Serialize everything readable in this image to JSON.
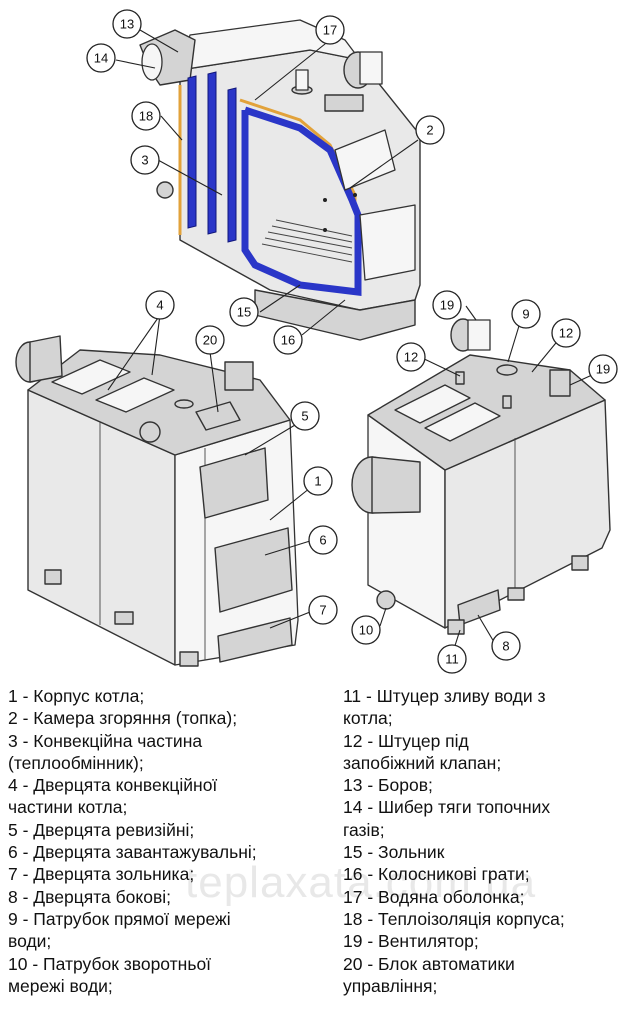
{
  "callouts": {
    "c1": "1",
    "c2": "2",
    "c3": "3",
    "c4": "4",
    "c5": "5",
    "c6": "6",
    "c7": "7",
    "c8": "8",
    "c9": "9",
    "c10": "10",
    "c11": "11",
    "c12a": "12",
    "c12b": "12",
    "c13": "13",
    "c14": "14",
    "c15": "15",
    "c16": "16",
    "c17": "17",
    "c18": "18",
    "c19a": "19",
    "c19b": "19",
    "c20": "20"
  },
  "legend_left": [
    "1 - Корпус котла;",
    "2 - Камера згоряння (топка);",
    "3 - Конвекційна частина",
    "(теплообмінник);",
    "4 - Дверцята конвекційної",
    "частини котла;",
    "5 - Дверцята ревизійні;",
    "6 - Дверцята завантажувальні;",
    "7 - Дверцята зольника;",
    "8 - Дверцята бокові;",
    "9 - Патрубок прямої мережі",
    "води;",
    "10 - Патрубок зворотньої",
    "мережі води;"
  ],
  "legend_right": [
    "11 - Штуцер зливу води з",
    "котла;",
    "12 - Штуцер під",
    "запобіжний клапан;",
    "13 - Боров;",
    "14 - Шибер тяги топочних",
    "газів;",
    "15 - Зольник",
    "16 - Колосникові грати;",
    "17 - Водяна оболонка;",
    "18 - Теплоізоляція корпуса;",
    "19 - Вентилятор;",
    "20 - Блок автоматики",
    "управління;"
  ],
  "watermark": "teplaxata.com.ua",
  "colors": {
    "water_jacket": "#2a36c8",
    "insulation": "#e2a23a",
    "body": "#e9e9e9"
  }
}
